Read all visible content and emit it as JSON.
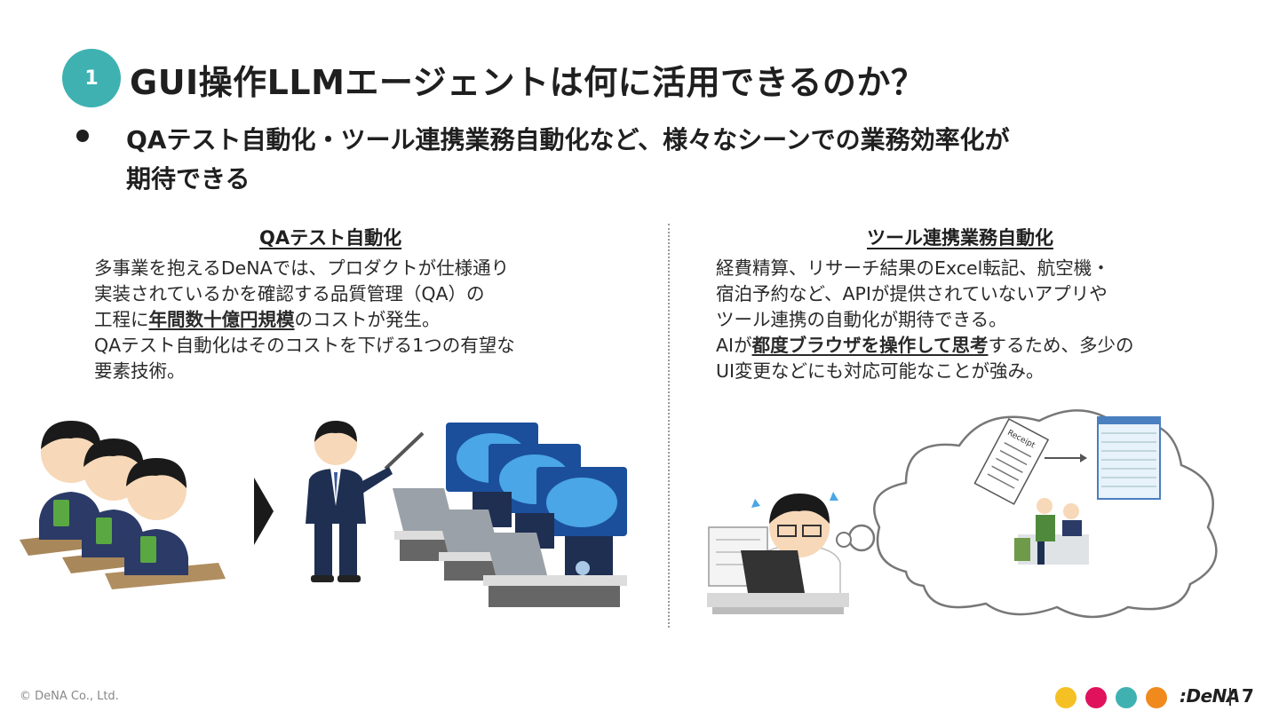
{
  "slide": {
    "section_number": "1",
    "title": "GUI操作LLMエージェントは何に活用できるのか？",
    "bullet_lines": [
      "QAテスト自動化・ツール連携業務自動化など、様々なシーンでの業務効率化が",
      "期待できる"
    ]
  },
  "left": {
    "heading": "QAテスト自動化",
    "body": {
      "l1": "多事業を抱えるDeNAでは、プロダクトが仕様通り",
      "l2": "実装されているかを確認する品質管理（QA）の",
      "l3_pre": "工程に",
      "l3_bold": "年間数十億円規模",
      "l3_post": "のコストが発生。",
      "l4": "QAテスト自動化はそのコストを下げる1つの有望な",
      "l5": "要素技術。"
    }
  },
  "right": {
    "heading": "ツール連携業務自動化",
    "body": {
      "l1": "経費精算、リサーチ結果のExcel転記、航空機・",
      "l2": "宿泊予約など、APIが提供されていないアプリや",
      "l3": "ツール連携の自動化が期待できる。",
      "l4_pre": "AIが",
      "l4_bold": "都度ブラウザを操作して思考",
      "l4_post": "するため、多少の",
      "l5": "UI変更などにも対応可能なことが強み。"
    },
    "receipt_label": "Receipt"
  },
  "footer": {
    "copyright": "© DeNA Co., Ltd.",
    "logo": ":DeNA",
    "page": "7",
    "dot_colors": [
      "#f5c024",
      "#e0125c",
      "#3fb1b1",
      "#f08a1c"
    ]
  },
  "colors": {
    "accent": "#3fb1b1",
    "brain": "#4aa6e6",
    "suit": "#1e2f52"
  }
}
